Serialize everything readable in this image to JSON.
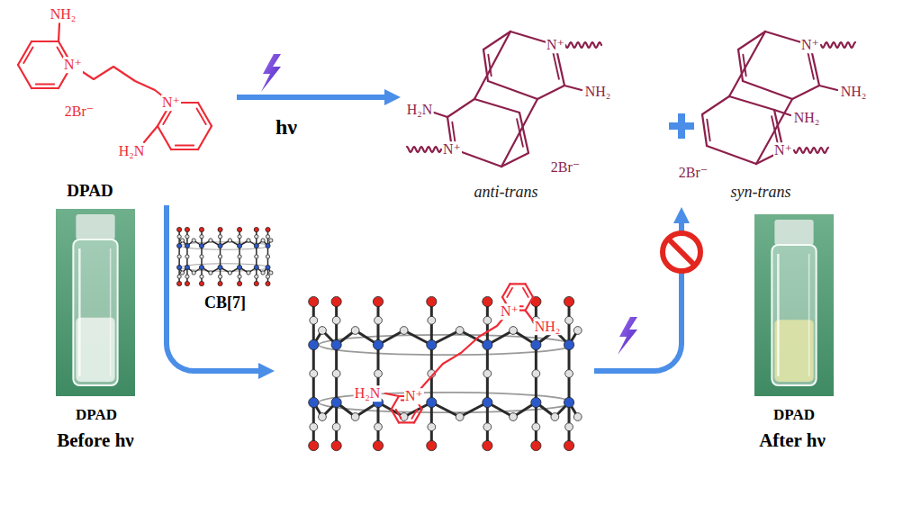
{
  "diagram": {
    "nodes": [
      {
        "text": [
          "NH₂",
          "N⁺",
          "N⁺",
          "2Br⁻",
          "H₂N",
          "DPAD"
        ]
      },
      {
        "text": [
          "N⁺",
          "NH₂",
          "H₂N",
          "N⁺",
          "2Br⁻",
          "anti-trans"
        ]
      },
      {
        "text": [
          "N⁺",
          "NH₂",
          "NH₂",
          "N⁺",
          "2Br⁻",
          "syn-trans"
        ]
      },
      {
        "text": [
          "CB[7]"
        ]
      },
      {
        "text": [
          "N⁺",
          "NH₂",
          "H₂N",
          "N⁺"
        ]
      },
      {
        "text": [
          "DPAD",
          "Before hν"
        ]
      },
      {
        "text": [
          "DPAD",
          "After hν"
        ]
      }
    ],
    "edges": [
      {
        "from": 0,
        "to": 1,
        "arrow": "to",
        "label": "hν"
      },
      {
        "from": 0,
        "to": 4,
        "arrow": "to"
      },
      {
        "from": 4,
        "to": 2,
        "arrow": "to"
      }
    ]
  }
}
